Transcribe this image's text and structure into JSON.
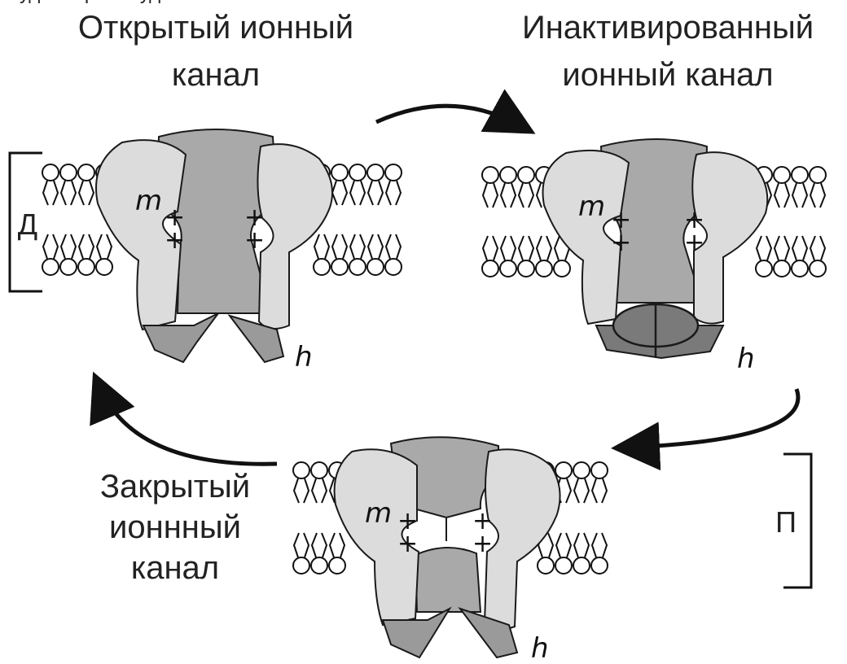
{
  "top_partial_text": "…уд…                                                    …р…                          …уд…",
  "states": {
    "open": {
      "title_line1": "Открытый ионный",
      "title_line2": "канал",
      "m_label": "m",
      "h_label": "h"
    },
    "inactivated": {
      "title_line1": "Инактивированный",
      "title_line2": "ионный канал",
      "m_label": "m",
      "h_label": "h"
    },
    "closed": {
      "title_line1": "Закрытый",
      "title_line2": "ионнный",
      "title_line3": "канал",
      "m_label": "m",
      "h_label": "h"
    }
  },
  "bracket_labels": {
    "depolarization": "Д",
    "polarization": "П"
  },
  "charge_symbol": "+",
  "colors": {
    "subunit_light": "#dcdcdc",
    "pore_mid": "#a9a9a9",
    "gate_dark": "#7a7a7a",
    "stroke": "#1a1a1a"
  }
}
